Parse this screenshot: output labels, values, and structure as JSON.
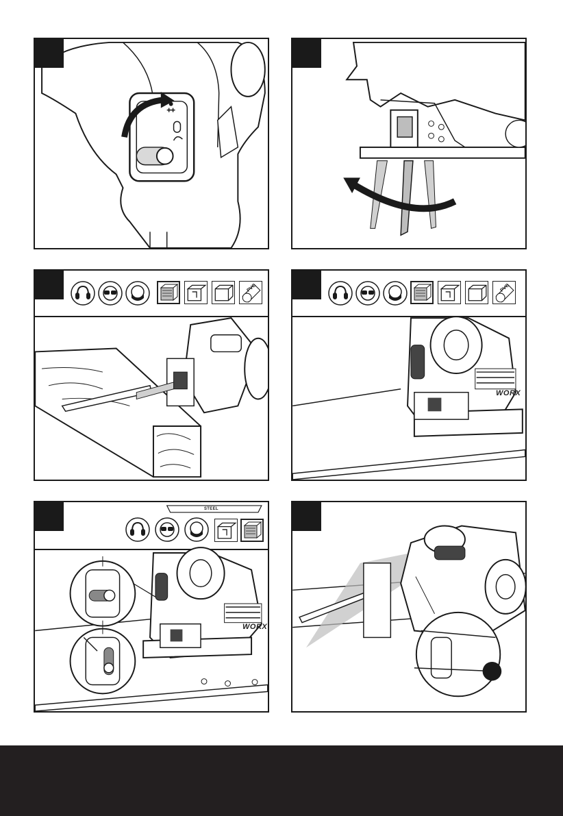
{
  "panels": [
    {
      "step": "",
      "scene": "mode-switch-rotation"
    },
    {
      "step": "",
      "scene": "blade-orbital-rotation"
    },
    {
      "step": "",
      "scene": "reciprocating-cut-wood",
      "ppe_icons": [
        "ear-protection-icon",
        "eye-protection-icon",
        "dust-mask-icon"
      ],
      "materials": [
        {
          "icon": "wood-icon",
          "selected": true
        },
        {
          "icon": "metal-profile-icon",
          "selected": false
        },
        {
          "icon": "plastic-profile-icon",
          "selected": false
        },
        {
          "icon": "pvc-pipe-icon",
          "selected": false,
          "text": "PVC"
        }
      ]
    },
    {
      "step": "",
      "scene": "jigsaw-on-surface",
      "ppe_icons": [
        "ear-protection-icon",
        "eye-protection-icon",
        "dust-mask-icon"
      ],
      "materials": [
        {
          "icon": "wood-icon",
          "selected": true
        },
        {
          "icon": "metal-profile-icon",
          "selected": false
        },
        {
          "icon": "plastic-profile-icon",
          "selected": false
        },
        {
          "icon": "pvc-pipe-icon",
          "selected": false,
          "text": "PVC"
        }
      ],
      "brand": "WORX"
    },
    {
      "step": "",
      "scene": "jigsaw-steel-cut",
      "blade_label": "STEEL",
      "ppe_icons": [
        "ear-protection-icon",
        "eye-protection-icon",
        "dust-mask-icon"
      ],
      "materials": [
        {
          "icon": "metal-profile-icon",
          "selected": false
        },
        {
          "icon": "wood-icon",
          "selected": true
        }
      ],
      "brand": "WORX"
    },
    {
      "step": "",
      "scene": "light-beam-callout",
      "callout": "black-dot-marker"
    }
  ],
  "footer": {
    "color": "#231f20"
  },
  "colors": {
    "line": "#1a1a1a",
    "shade": "#bdbdbd",
    "dark": "#444444"
  }
}
